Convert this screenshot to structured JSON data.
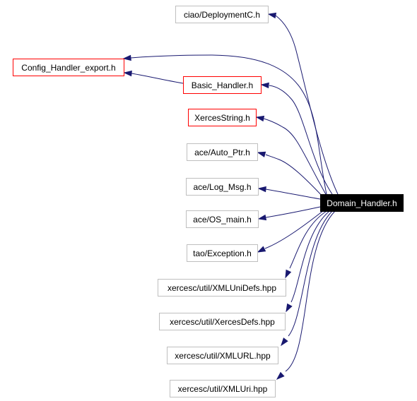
{
  "diagram": {
    "focus": {
      "id": "domain",
      "label": "Domain_Handler.h"
    },
    "headers": [
      {
        "id": "deploymentc",
        "label": "ciao/DeploymentC.h",
        "documented": false
      },
      {
        "id": "config_export",
        "label": "Config_Handler_export.h",
        "documented": true
      },
      {
        "id": "basic_handler",
        "label": "Basic_Handler.h",
        "documented": true
      },
      {
        "id": "xercesstring",
        "label": "XercesString.h",
        "documented": true
      },
      {
        "id": "auto_ptr",
        "label": "ace/Auto_Ptr.h",
        "documented": false
      },
      {
        "id": "log_msg",
        "label": "ace/Log_Msg.h",
        "documented": false
      },
      {
        "id": "os_main",
        "label": "ace/OS_main.h",
        "documented": false
      },
      {
        "id": "exception",
        "label": "tao/Exception.h",
        "documented": false
      },
      {
        "id": "xmlunidefs",
        "label": "xercesc/util/XMLUniDefs.hpp",
        "documented": false
      },
      {
        "id": "xercesdefs",
        "label": "xercesc/util/XercesDefs.hpp",
        "documented": false
      },
      {
        "id": "xmlurl",
        "label": "xercesc/util/XMLURL.hpp",
        "documented": false
      },
      {
        "id": "xmluri",
        "label": "xercesc/util/XMLUri.hpp",
        "documented": false
      }
    ],
    "includes": [
      {
        "from": "domain",
        "to": "deploymentc"
      },
      {
        "from": "domain",
        "to": "config_export"
      },
      {
        "from": "domain",
        "to": "basic_handler"
      },
      {
        "from": "basic_handler",
        "to": "config_export"
      },
      {
        "from": "domain",
        "to": "xercesstring"
      },
      {
        "from": "domain",
        "to": "auto_ptr"
      },
      {
        "from": "domain",
        "to": "log_msg"
      },
      {
        "from": "domain",
        "to": "os_main"
      },
      {
        "from": "domain",
        "to": "exception"
      },
      {
        "from": "domain",
        "to": "xmlunidefs"
      },
      {
        "from": "domain",
        "to": "xercesdefs"
      },
      {
        "from": "domain",
        "to": "xmlurl"
      },
      {
        "from": "domain",
        "to": "xmluri"
      }
    ],
    "colors": {
      "edge": "#191970",
      "documented_border": "#ff0000",
      "undocumented_border": "#bfbfbf",
      "focus_fill": "#000000",
      "focus_text": "#ffffff"
    }
  }
}
